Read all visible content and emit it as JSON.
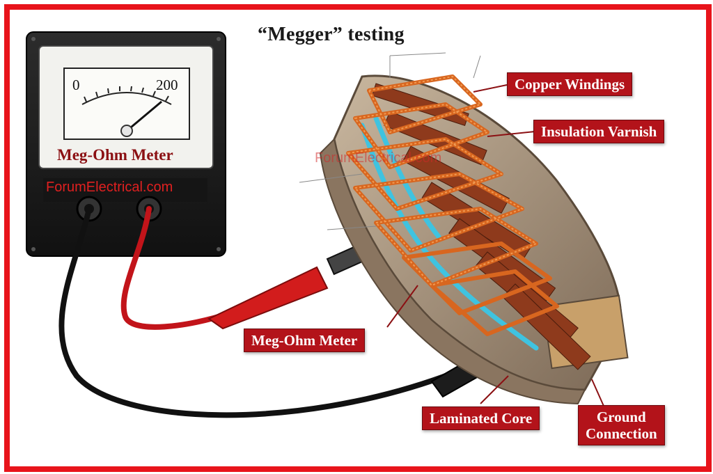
{
  "title": "“Megger” testing",
  "meter": {
    "scale_min": "0",
    "scale_max": "200",
    "name": "Meg-Ohm Meter",
    "brand": "ForumElectrical.com"
  },
  "watermark": "ForumElectrical.com",
  "labels": {
    "copper_windings": "Copper Windings",
    "insulation_varnish": "Insulation Varnish",
    "meg_ohm_meter": "Meg-Ohm Meter",
    "laminated_core": "Laminated Core",
    "ground_connection_line1": "Ground",
    "ground_connection_line2": "Connection"
  },
  "colors": {
    "frame": "#e8141b",
    "label_bg": "#b3131a",
    "copper": "#d8661f",
    "varnish": "#3fc3e0",
    "core": "#a08a72"
  }
}
